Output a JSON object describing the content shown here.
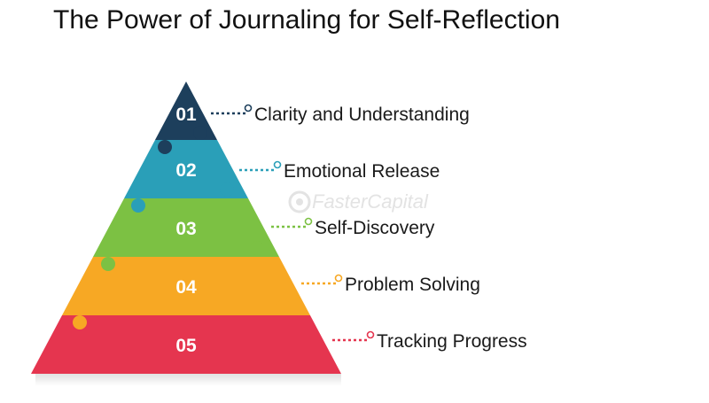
{
  "title": "The Power of Journaling for Self-Reflection",
  "watermark": "FasterCapital",
  "levels": [
    {
      "number": "01",
      "label": "Clarity and Understanding",
      "color": "#1d3f5c"
    },
    {
      "number": "02",
      "label": "Emotional Release",
      "color": "#2a9fb8"
    },
    {
      "number": "03",
      "label": "Self-Discovery",
      "color": "#7cc143"
    },
    {
      "number": "04",
      "label": "Problem Solving",
      "color": "#f7a824"
    },
    {
      "number": "05",
      "label": "Tracking Progress",
      "color": "#e5354f"
    }
  ]
}
